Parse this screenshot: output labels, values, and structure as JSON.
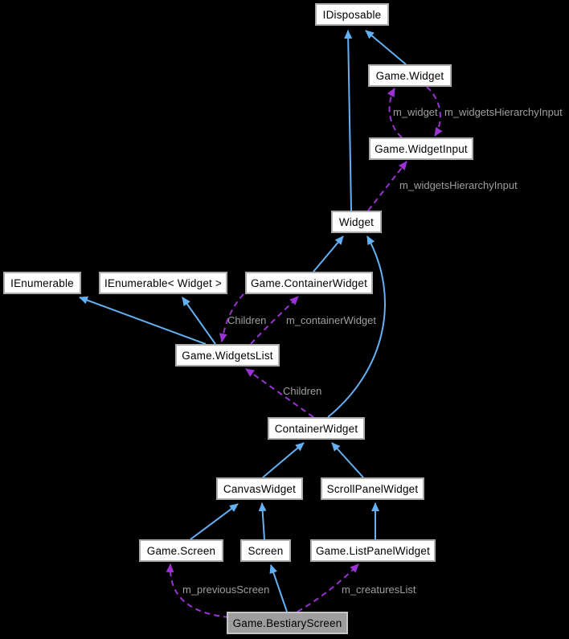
{
  "diagram": {
    "type": "class-collaboration-graph",
    "colors": {
      "background": "#000000",
      "inheritance_edge": "#63b1f4",
      "usage_edge": "#9b32d3",
      "edge_label_text": "#9f9f9f",
      "node_fill": "#ffffff",
      "node_border": "#acacac",
      "node_text": "#000000",
      "highlighted_node_fill": "#9e9e9e"
    },
    "nodes": [
      {
        "label": "IDisposable",
        "highlighted": false
      },
      {
        "label": "Game.Widget",
        "highlighted": false
      },
      {
        "label": "Game.WidgetInput",
        "highlighted": false
      },
      {
        "label": "Widget",
        "highlighted": false
      },
      {
        "label": "IEnumerable",
        "highlighted": false
      },
      {
        "label": "IEnumerable< Widget >",
        "highlighted": false
      },
      {
        "label": "Game.ContainerWidget",
        "highlighted": false
      },
      {
        "label": "Game.WidgetsList",
        "highlighted": false
      },
      {
        "label": "ContainerWidget",
        "highlighted": false
      },
      {
        "label": "CanvasWidget",
        "highlighted": false
      },
      {
        "label": "ScrollPanelWidget",
        "highlighted": false
      },
      {
        "label": "Game.Screen",
        "highlighted": false
      },
      {
        "label": "Screen",
        "highlighted": false
      },
      {
        "label": "Game.ListPanelWidget",
        "highlighted": false
      },
      {
        "label": "Game.BestiaryScreen",
        "highlighted": true
      }
    ],
    "edges": [
      {
        "from": "Game.Widget",
        "to": "IDisposable",
        "type": "inheritance"
      },
      {
        "from": "Widget",
        "to": "IDisposable",
        "type": "inheritance"
      },
      {
        "from": "Game.ContainerWidget",
        "to": "Widget",
        "type": "inheritance"
      },
      {
        "from": "ContainerWidget",
        "to": "Widget",
        "type": "inheritance"
      },
      {
        "from": "Game.WidgetsList",
        "to": "IEnumerable",
        "type": "inheritance"
      },
      {
        "from": "Game.WidgetsList",
        "to": "IEnumerable< Widget >",
        "type": "inheritance"
      },
      {
        "from": "CanvasWidget",
        "to": "ContainerWidget",
        "type": "inheritance"
      },
      {
        "from": "ScrollPanelWidget",
        "to": "ContainerWidget",
        "type": "inheritance"
      },
      {
        "from": "Game.Screen",
        "to": "CanvasWidget",
        "type": "inheritance"
      },
      {
        "from": "Screen",
        "to": "CanvasWidget",
        "type": "inheritance"
      },
      {
        "from": "Game.ListPanelWidget",
        "to": "ScrollPanelWidget",
        "type": "inheritance"
      },
      {
        "from": "Game.BestiaryScreen",
        "to": "Screen",
        "type": "inheritance"
      },
      {
        "from": "Game.WidgetInput",
        "to": "Game.Widget",
        "type": "usage",
        "label": "m_widget"
      },
      {
        "from": "Game.Widget",
        "to": "Game.WidgetInput",
        "type": "usage",
        "label": "m_widgetsHierarchyInput"
      },
      {
        "from": "Widget",
        "to": "Game.WidgetInput",
        "type": "usage",
        "label": "m_widgetsHierarchyInput"
      },
      {
        "from": "Game.ContainerWidget",
        "to": "Game.WidgetsList",
        "type": "usage",
        "label": "Children"
      },
      {
        "from": "Game.WidgetsList",
        "to": "Game.ContainerWidget",
        "type": "usage",
        "label": "m_containerWidget"
      },
      {
        "from": "ContainerWidget",
        "to": "Game.WidgetsList",
        "type": "usage",
        "label": "Children"
      },
      {
        "from": "Game.BestiaryScreen",
        "to": "Game.Screen",
        "type": "usage",
        "label": "m_previousScreen"
      },
      {
        "from": "Game.BestiaryScreen",
        "to": "Game.ListPanelWidget",
        "type": "usage",
        "label": "m_creaturesList"
      }
    ]
  }
}
